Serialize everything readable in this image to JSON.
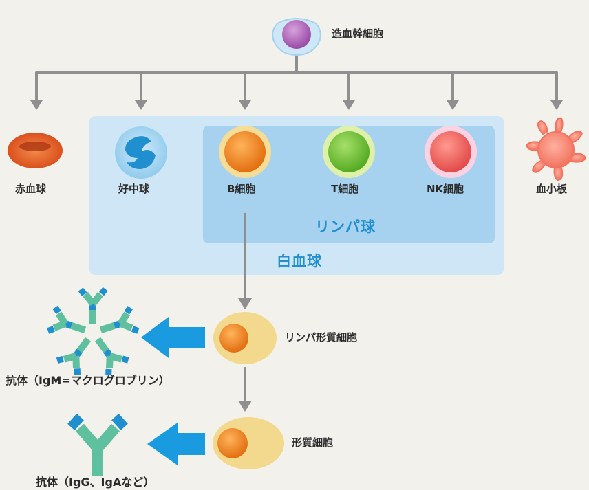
{
  "top": {
    "stem_cell": "造血幹細胞"
  },
  "cells": {
    "rbc": "赤血球",
    "neutrophil": "好中球",
    "bcell": "B細胞",
    "tcell": "T細胞",
    "nkcell": "NK細胞",
    "platelet": "血小板"
  },
  "groups": {
    "lymphocyte": "リンパ球",
    "wbc": "白血球"
  },
  "bottom": {
    "lymph_plasma": "リンパ形質細胞",
    "plasma": "形質細胞",
    "antibody_igm": "抗体（IgM=マクログロブリン）",
    "antibody_igg": "抗体（IgG、IgAなど）"
  },
  "colors": {
    "arrow_gray": "#8f8f8f",
    "big_arrow_blue": "#1a9be0",
    "wbc_box": "#cfe6f6",
    "lymph_box": "#a6d2ef",
    "group_text": "#1f8fd0",
    "plasma_cell_body": "#f3d98e",
    "nucleus_orange": "#ee7f1a"
  },
  "icons": {
    "stem": "stem-cell-icon",
    "rbc": "red-blood-cell-icon",
    "neutrophil": "neutrophil-icon",
    "bcell": "b-cell-icon",
    "tcell": "t-cell-icon",
    "nk": "nk-cell-icon",
    "platelet": "platelet-icon",
    "igm": "igm-antibody-icon",
    "igg": "igg-antibody-icon"
  }
}
